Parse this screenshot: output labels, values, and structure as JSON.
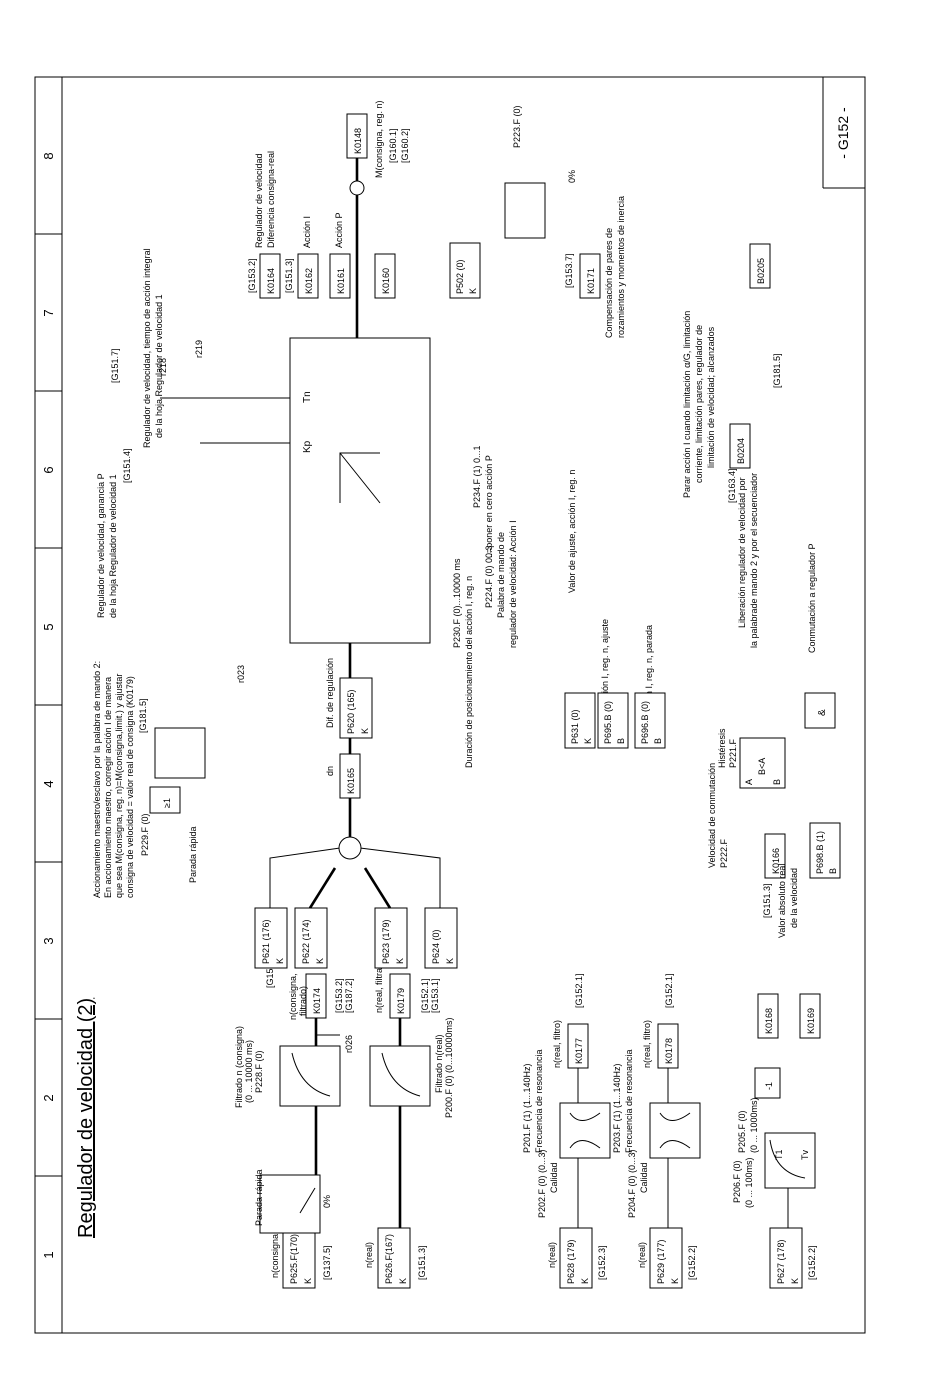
{
  "sheet": {
    "title": "Regulador de velocidad (2)",
    "page_id": "- G152 -",
    "columns": [
      "1",
      "2",
      "3",
      "4",
      "5",
      "6",
      "7",
      "8"
    ]
  },
  "params": {
    "p625": {
      "name": "P625.F(170)",
      "type": "K",
      "label": "n(consigna, limit.)",
      "ref": "[G137.5]"
    },
    "p626": {
      "name": "P626.F(167)",
      "type": "K",
      "label": "n(real)",
      "ref": "[G151.3]"
    },
    "p628": {
      "name": "P628 (179)",
      "type": "K",
      "label": "n(real)",
      "ref": "[G152.3]"
    },
    "p629": {
      "name": "P629 (177)",
      "type": "K",
      "label": "n(real)",
      "ref": "[G152.2]"
    },
    "p627": {
      "name": "P627 (178)",
      "type": "K",
      "ref": "[G152.2]"
    },
    "p621": {
      "name": "P621 (176)",
      "type": "K"
    },
    "p622": {
      "name": "P622 (174)",
      "type": "K"
    },
    "p623": {
      "name": "P623 (179)",
      "type": "K"
    },
    "p624": {
      "name": "P624 (0)",
      "type": "K"
    },
    "p620": {
      "name": "P620 (165)",
      "type": "K"
    },
    "p502": {
      "name": "P502 (0)",
      "type": "K"
    },
    "p631": {
      "name": "P631 (0)",
      "type": "K"
    },
    "p695": {
      "name": "P695.B (0)",
      "type": "B"
    },
    "p696": {
      "name": "P696.B (0)",
      "type": "B"
    },
    "p698": {
      "name": "P698.B (1)",
      "type": "B"
    }
  },
  "connectors": {
    "k0174": "K0174",
    "k0179": "K0179",
    "k0177": "K0177",
    "k0178": "K0178",
    "k0165": "K0165",
    "k0164": "K0164",
    "k0162": "K0162",
    "k0161": "K0161",
    "k0160": "K0160",
    "k0148": "K0148",
    "k0171": "K0171",
    "k0166": "K0166",
    "k0168": "K0168",
    "k0169": "K0169",
    "b0204": "B0204",
    "b0205": "B0205",
    "r026": "r026",
    "r023": "r023",
    "r218": "r218",
    "r219": "r219"
  },
  "labels": {
    "parada_rapida": "Parada rápida",
    "parada_rapida2": "Parada rápida",
    "zero_pct": "0%",
    "zero_pct2": "0%",
    "p228a": "P228.F (0)",
    "p228b": "(0 ... 10000 ms)",
    "p228c": "Filtrado n (consigna)",
    "filt_real_a": "Filtrado n(real)",
    "filt_real_b": "P200.F (0) (0...10000ms)",
    "n_cons_filt_a": "n(consigna,",
    "n_cons_filt_b": "filtrado)",
    "n_real_filt": "n(real, filtrado)",
    "ref_g151_8": "[G151.8]",
    "ref_g153_2": "[G153.2]",
    "ref_g187_2": "[G187.2]",
    "ref_g152_1": "[G152.1]",
    "ref_g153_1": "[G153.1]",
    "ref_g152_1b": "[G152.1]",
    "ref_g152_1c": "[G152.1]",
    "p202a": "P202.F (0) (0...3)",
    "p202b": "Calidad",
    "p201a": "P201.F (1) (1...140Hz)",
    "p201b": "Frecuencia de resonancia",
    "p204a": "P204.F (0) (0...3)",
    "p204b": "Calidad",
    "p203a": "P203.F (1) (1...140Hz)",
    "p203b": "Frecuencia de resonancia",
    "n_real_filtro": "n(real, filtro)",
    "n_real_filtro2": "n(real, filtro)",
    "p206a": "P206.F (0)",
    "p206b": "(0 ... 100ms)",
    "p205a": "P205.F (0)",
    "p205b": "(0 ... 1000ms)",
    "t1": "T1",
    "tv": "Tv",
    "minus1": "-1",
    "dn": "dn",
    "dif_reg": "Dif. de regulación",
    "ge1": "≥1",
    "p229": "P229.F (0)",
    "note1": "Accionamiento maestro/esclavo por la palabra de mando 2:",
    "note2": "En accionamiento maestro, corregir acción I de manera",
    "note3": "que sea M(consigna, reg. n)=M(consigna,limit.) y ajustar",
    "note4": "consigna de velocidad = valor real de consigna (K0179)",
    "ref_g181_5": "[G181.5]",
    "p230a": "P230.F (0)...10000 ms",
    "p230b": "Duración de posicionamiento del acción I, reg. n",
    "p224a": "P224.F (0) 0...3",
    "p224b": "Palabra de mando de",
    "p224c": "regulador de velocidad: Acción I",
    "p234a": "P234.F (1) 0...1",
    "p234b": "0=poner en cero acción P",
    "valor_ajuste": "Valor de ajuste, acción I, reg. n",
    "accion_ajuste": "Acción I, reg. n, ajuste",
    "accion_parada": "Acción I, reg. n, parada",
    "kp": "Kp",
    "tn": "Tn",
    "gain1": "Regulador de velocidad, ganancia P",
    "gain2": "de la hoja Regulador de velocidad 1",
    "ref_g151_4": "[G151.4]",
    "tn1": "Regulador de velocidad, tiempo de acción integral",
    "tn2": "de la hoja Regulador de velocidad 1",
    "ref_g151_7": "[G151.7]",
    "rv1": "Regulador de velocidad",
    "rv2": "Diferencia consigna-real",
    "accion_i": "Acción I",
    "accion_p": "Acción P",
    "ref_g153_2b": "[G153.2]",
    "ref_g151_3": "[G151.3]",
    "mcons1": "M(consigna, reg. n)",
    "ref_g160_1": "[G160.1]",
    "ref_g160_2": "[G160.2]",
    "p223": "P223.F (0)",
    "comp1": "Compensación de pares de",
    "comp2": "rozamientos y momentos de inercia",
    "ref_g153_7": "[G153.7]",
    "parar1": "Parar acción I cuando limitación α/G, limitación",
    "parar2": "corriente, limitación pares, regulador de",
    "parar3": "limitación de velocidad; alcanzados",
    "ref_g163_4": "[G163.4]",
    "lib1": "Liberación regulador de velocidad por",
    "lib2": "la palabrade mando 2 y por el secuenciador",
    "ref_g181_5b": "[G181.5]",
    "conm": "Conmutación a regulador P",
    "hist1": "Histéresis",
    "hist2": "P221.F",
    "vel1": "Velocidad de conmutación",
    "vel2": "P222.F",
    "ref_g151_3b": "[G151.3]",
    "abs1": "Valor absoluto real",
    "abs2": "de la velocidad",
    "and": "&",
    "blt": "B<A",
    "a": "A",
    "b": "B"
  }
}
